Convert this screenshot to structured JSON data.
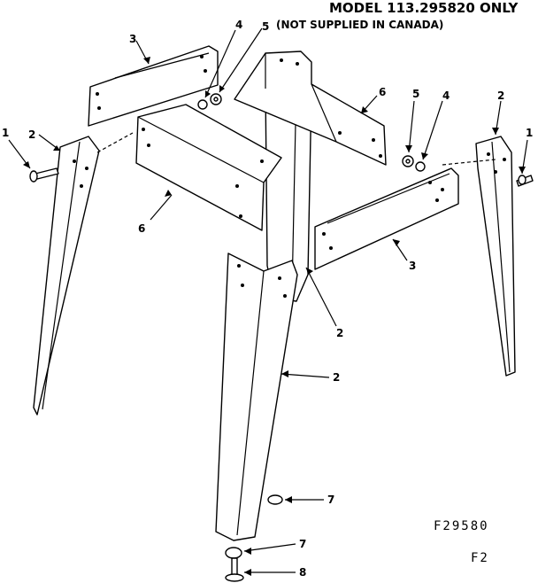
{
  "header": {
    "model_line": "MODEL 113.295820 ONLY",
    "note_line": "(NOT SUPPLIED IN CANADA)"
  },
  "figure": {
    "drawing_number": "F29580",
    "figure_label": "F2"
  },
  "callouts": [
    "1",
    "2",
    "3",
    "4",
    "5",
    "6",
    "5",
    "4",
    "2",
    "1",
    "6",
    "3",
    "2",
    "2",
    "7",
    "7",
    "8"
  ]
}
